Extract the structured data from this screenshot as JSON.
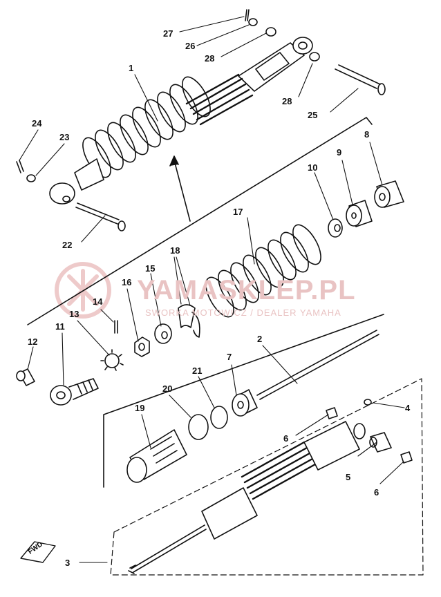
{
  "watermark": {
    "title": "YAMASKLEP.PL",
    "subtitle": "SWORKA MOTOWICZ / DEALER YAMAHA",
    "logo": "yamaha-tuning-fork-logo"
  },
  "fwd_marker": "FWD",
  "callouts": [
    {
      "id": "c1",
      "text": "1"
    },
    {
      "id": "c2",
      "text": "2"
    },
    {
      "id": "c3",
      "text": "3"
    },
    {
      "id": "c4",
      "text": "4"
    },
    {
      "id": "c5",
      "text": "5"
    },
    {
      "id": "c6a",
      "text": "6"
    },
    {
      "id": "c6b",
      "text": "6"
    },
    {
      "id": "c7",
      "text": "7"
    },
    {
      "id": "c8",
      "text": "8"
    },
    {
      "id": "c9",
      "text": "9"
    },
    {
      "id": "c10",
      "text": "10"
    },
    {
      "id": "c11",
      "text": "11"
    },
    {
      "id": "c12",
      "text": "12"
    },
    {
      "id": "c13",
      "text": "13"
    },
    {
      "id": "c14",
      "text": "14"
    },
    {
      "id": "c15",
      "text": "15"
    },
    {
      "id": "c16",
      "text": "16"
    },
    {
      "id": "c17",
      "text": "17"
    },
    {
      "id": "c18",
      "text": "18"
    },
    {
      "id": "c19",
      "text": "19"
    },
    {
      "id": "c20",
      "text": "20"
    },
    {
      "id": "c21",
      "text": "21"
    },
    {
      "id": "c22",
      "text": "22"
    },
    {
      "id": "c23",
      "text": "23"
    },
    {
      "id": "c24",
      "text": "24"
    },
    {
      "id": "c25",
      "text": "25"
    },
    {
      "id": "c26",
      "text": "26"
    },
    {
      "id": "c27",
      "text": "27"
    },
    {
      "id": "c28a",
      "text": "28"
    },
    {
      "id": "c28b",
      "text": "28"
    }
  ]
}
